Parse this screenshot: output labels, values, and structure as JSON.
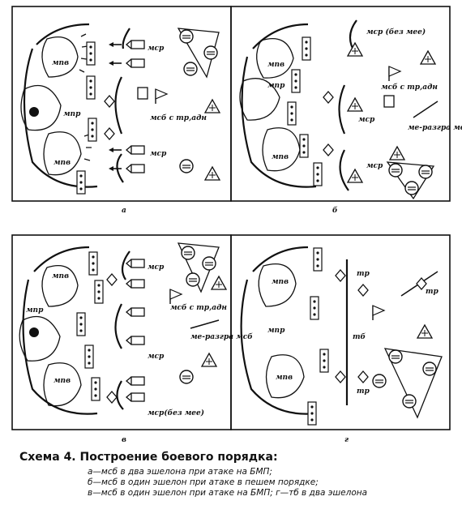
{
  "panels": [
    {
      "id": "a",
      "letter": "а",
      "labels": {
        "mpv1": "мпв",
        "mpr": "мпр",
        "mpv2": "мпв",
        "msr1": "мср",
        "msb": "мсб с тр,адн",
        "msr2": "мср"
      }
    },
    {
      "id": "b",
      "letter": "б",
      "labels": {
        "mpv1": "мпв",
        "mpr": "мпр",
        "mpv2": "мпв",
        "msr_top": "мср (без мее)",
        "msb": "мсб с тр,адн",
        "msr2": "мср",
        "msr3": "мср",
        "razgr": "ме-разгра мсб"
      }
    },
    {
      "id": "v",
      "letter": "в",
      "labels": {
        "mpv1": "мпв",
        "mpr": "мпр",
        "mpv2": "мпв",
        "msr1": "мср",
        "msb": "мсб с тр,адн",
        "msr2": "мср",
        "msr3": "мср(без мее)",
        "razgr": "ме-разгра мсб"
      }
    },
    {
      "id": "g",
      "letter": "г",
      "labels": {
        "mpv1": "мпв",
        "mpr": "мпр",
        "mpv2": "мпв",
        "tr1": "тр",
        "tb": "тб",
        "tr2": "тр",
        "tr3": "тр"
      }
    }
  ],
  "caption": {
    "title": "Схема 4.  Построение боевого порядка:",
    "lines": [
      "а—мсб в два эшелона при атаке на БМП;",
      "б—мсб в один эшелон при атаке в пешем порядке;",
      "в—мсб в один эшелон при атаке на БМП;  г—тб в два эшелона"
    ]
  }
}
